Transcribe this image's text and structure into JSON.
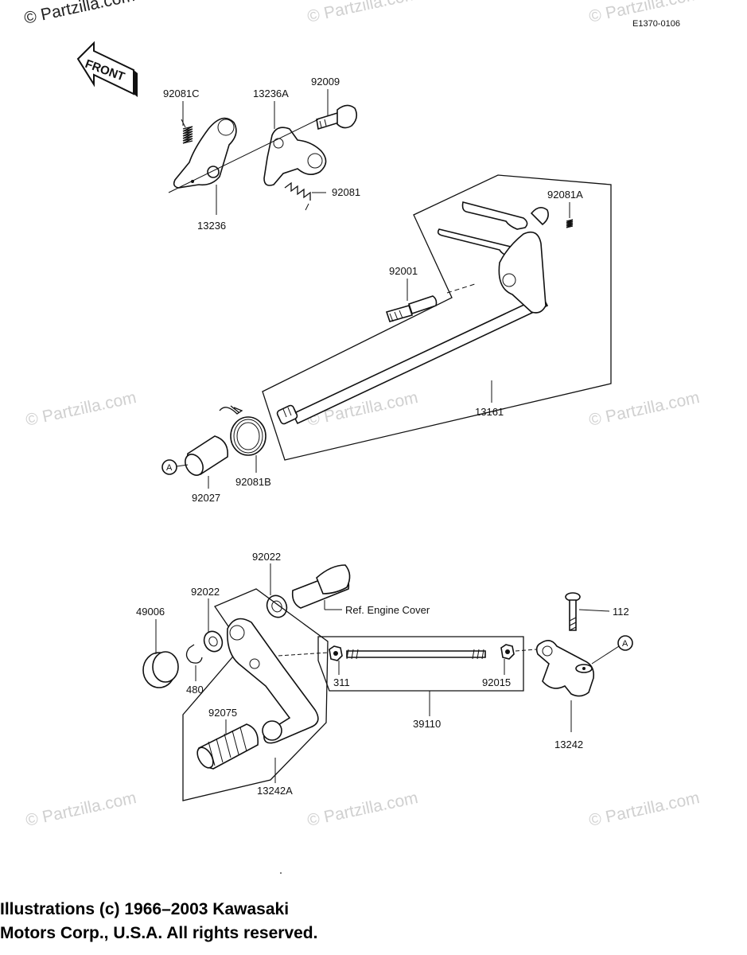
{
  "diagram_id": "E1370-0106",
  "front_label": "FRONT",
  "watermark": "© Partzilla.com",
  "callouts": {
    "p92081C": "92081C",
    "p13236A": "13236A",
    "p92009": "92009",
    "p92081": "92081",
    "p13236": "13236",
    "p92081A": "92081A",
    "p92001": "92001",
    "p13161": "13161",
    "p92027": "92027",
    "p92081B": "92081B",
    "p92022_top": "92022",
    "p92022_left": "92022",
    "p49006": "49006",
    "p480": "480",
    "p311": "311",
    "p92015": "92015",
    "p39110": "39110",
    "p92075": "92075",
    "p13242A": "13242A",
    "p112": "112",
    "p13242": "13242",
    "ref_engine_cover": "Ref.  Engine Cover",
    "marker_a": "A"
  },
  "copyright": {
    "line1": "Illustrations (c) 1966–2003 Kawasaki",
    "line2": "Motors Corp., U.S.A.  All rights reserved."
  }
}
